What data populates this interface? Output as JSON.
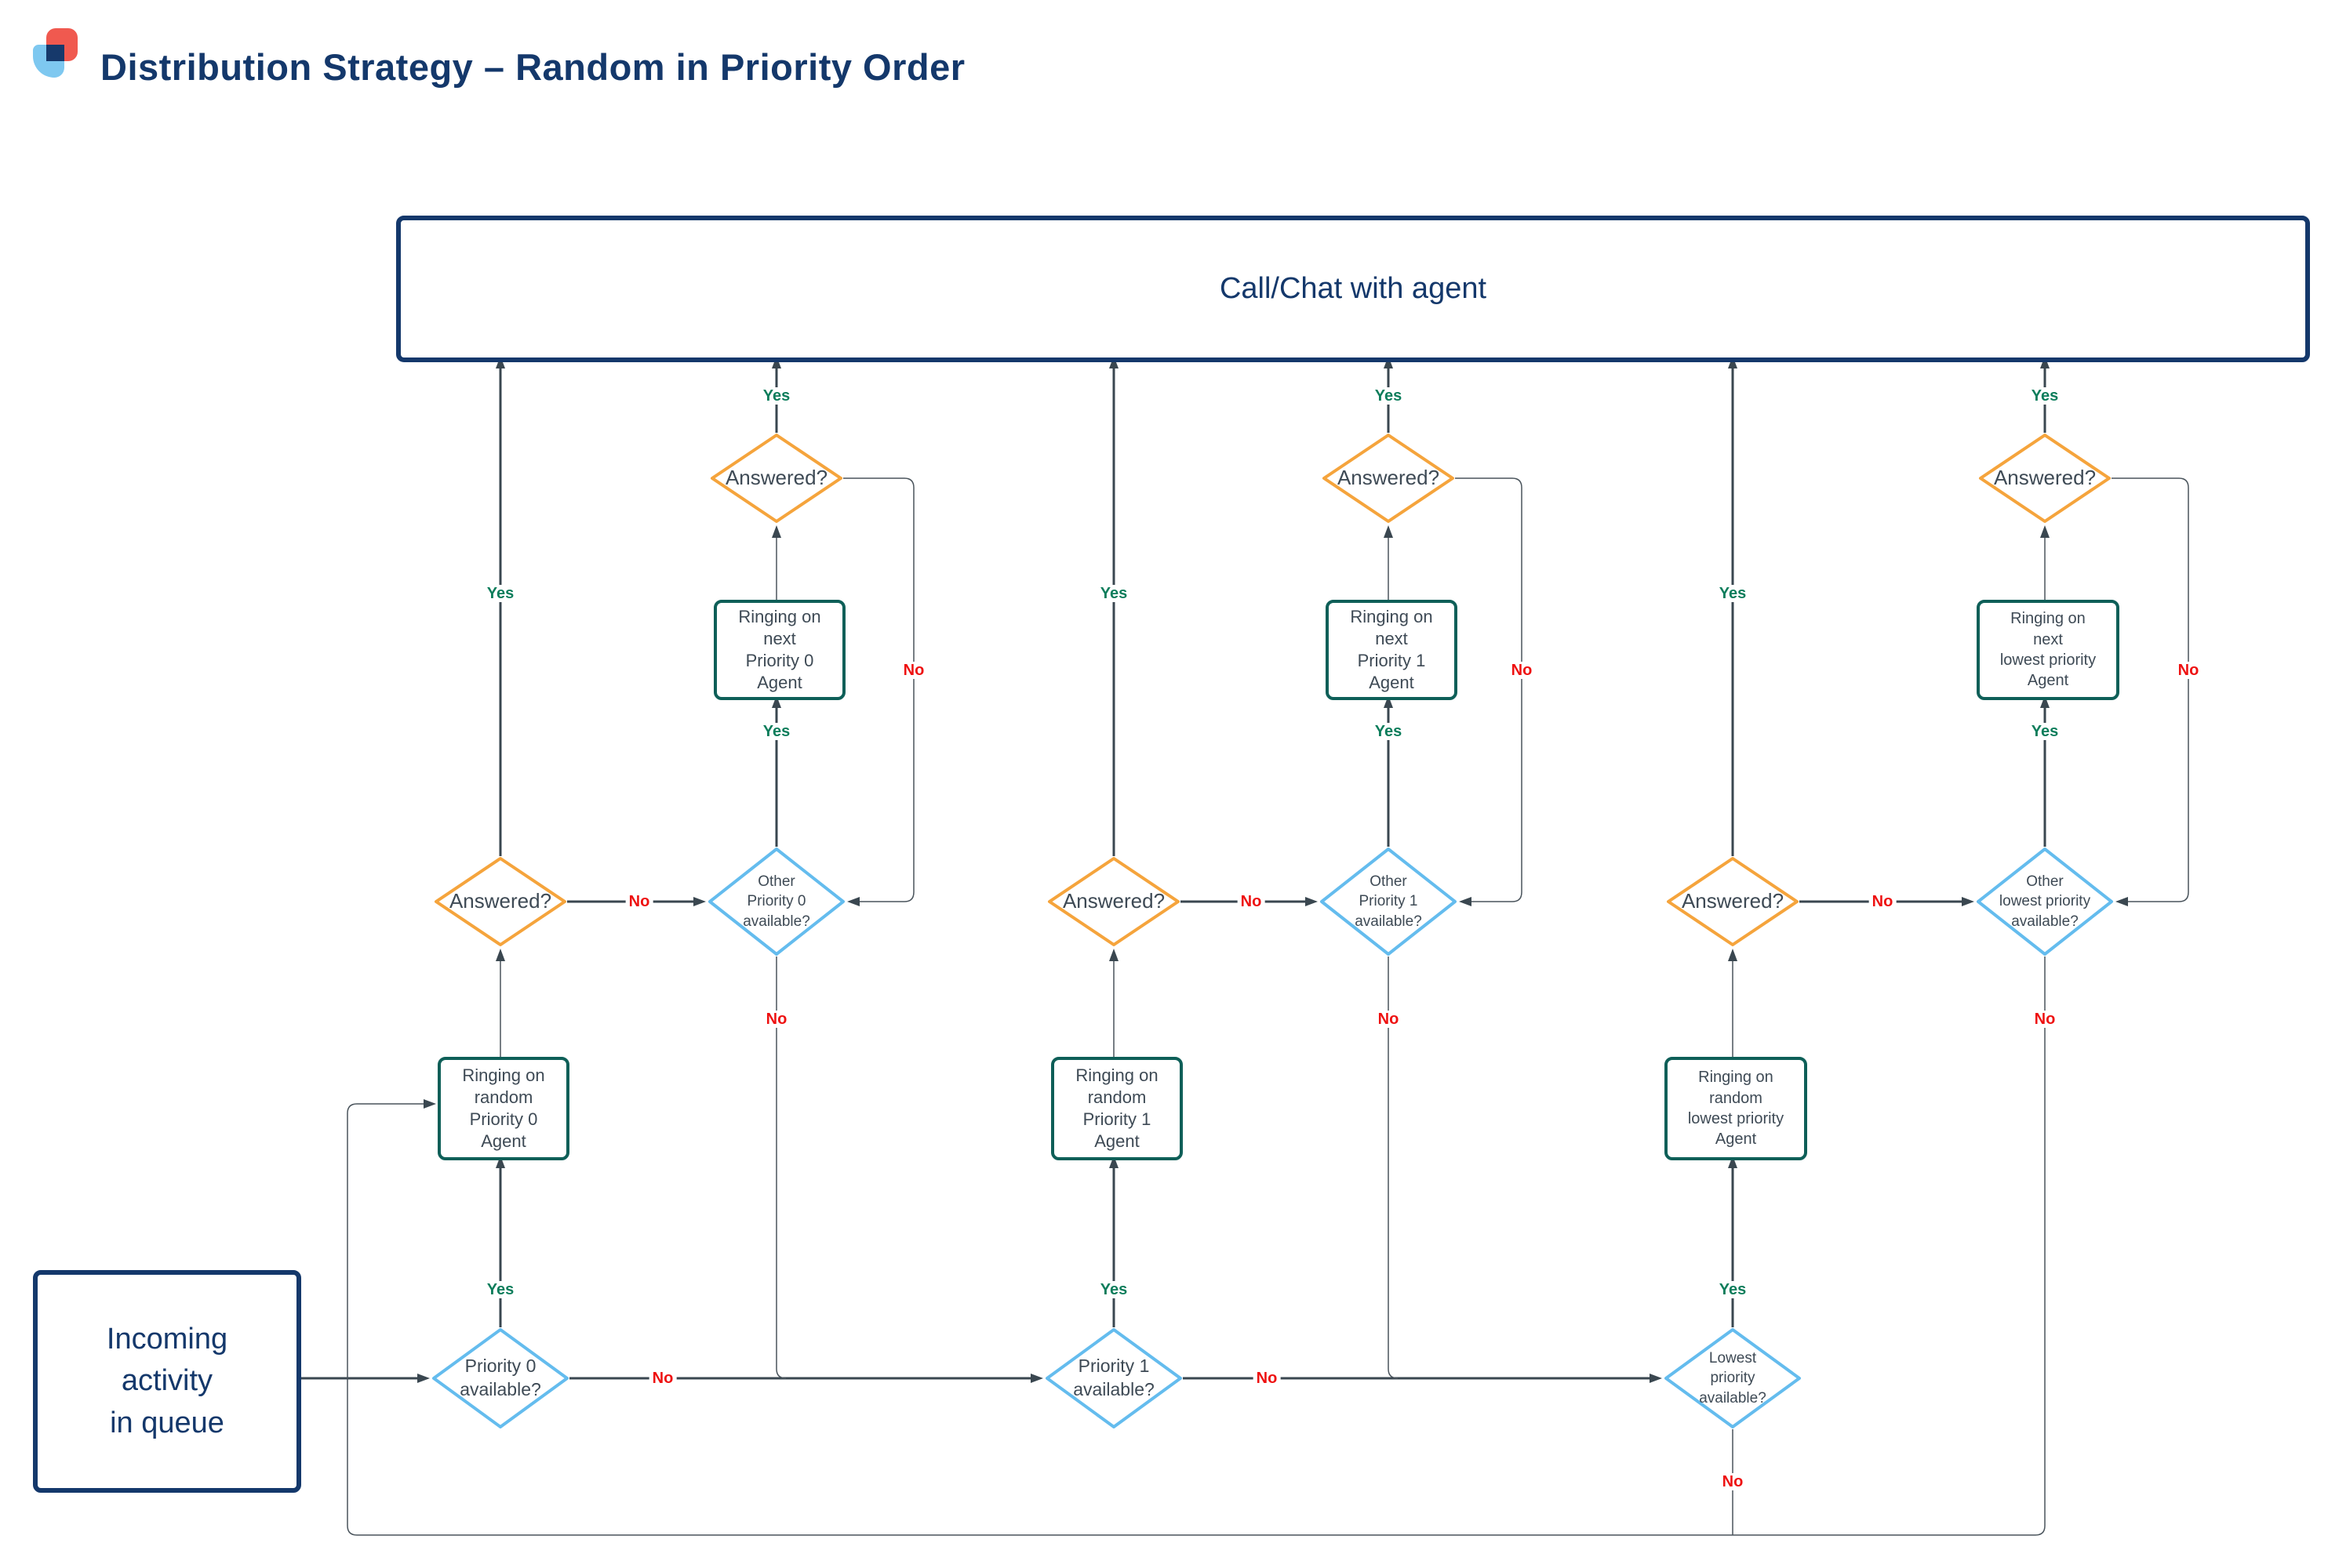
{
  "header": {
    "title": "Distribution Strategy – Random in Priority Order"
  },
  "labels": {
    "yes": "Yes",
    "no": "No"
  },
  "nodes": {
    "call_chat": {
      "label": "Call/Chat with agent"
    },
    "incoming": {
      "label": "Incoming\nactivity\nin queue"
    },
    "p0": {
      "available": "Priority 0\navailable?",
      "ringing_random": "Ringing on\nrandom\nPriority 0\nAgent",
      "answered": "Answered?",
      "other_available": "Other\nPriority 0\navailable?",
      "ringing_next": "Ringing on\nnext\nPriority 0\nAgent",
      "answered_next": "Answered?"
    },
    "p1": {
      "available": "Priority 1\navailable?",
      "ringing_random": "Ringing on\nrandom\nPriority 1\nAgent",
      "answered": "Answered?",
      "other_available": "Other\nPriority 1\navailable?",
      "ringing_next": "Ringing on\nnext\nPriority 1\nAgent",
      "answered_next": "Answered?"
    },
    "lowest": {
      "available": "Lowest\npriority\navailable?",
      "ringing_random": "Ringing on\nrandom\nlowest priority\nAgent",
      "answered": "Answered?",
      "other_available": "Other\nlowest priority\navailable?",
      "ringing_next": "Ringing on\nnext\nlowest priority\nAgent",
      "answered_next": "Answered?"
    }
  },
  "colors": {
    "navy": "#14386B",
    "decision_orange": "#F5A43C",
    "decision_blue": "#64BCEE",
    "process_teal": "#0E5F58",
    "yes_green": "#0C7D5B",
    "no_red": "#EE1111",
    "edge_dark": "#3A4750",
    "node_text": "#3E4A55",
    "logo_red": "#F0594F",
    "logo_blue": "#7EC8F0"
  }
}
